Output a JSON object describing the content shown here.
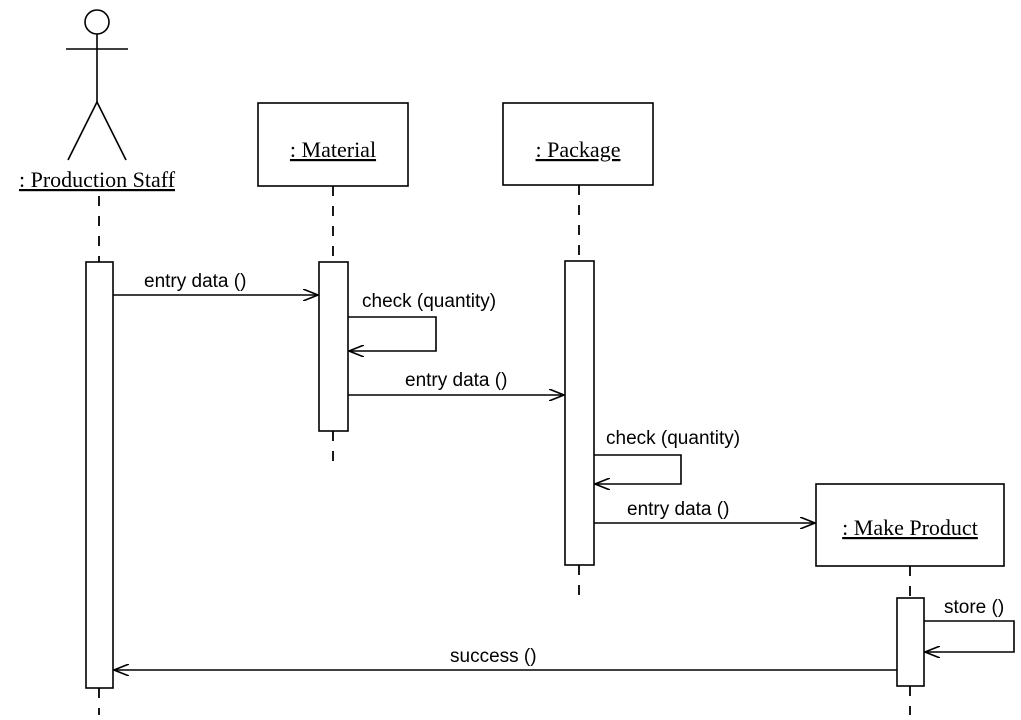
{
  "lifelines": {
    "production_staff": {
      "name": ": Production Staff",
      "kind": "actor"
    },
    "material": {
      "name": ": Material",
      "kind": "object"
    },
    "package": {
      "name": ": Package",
      "kind": "object"
    },
    "make_product": {
      "name": ": Make Product",
      "kind": "object"
    }
  },
  "messages": [
    {
      "from": "production_staff",
      "to": "material",
      "label": "entry data ()",
      "type": "call"
    },
    {
      "from": "material",
      "to": "material",
      "label": "check (quantity)",
      "type": "self"
    },
    {
      "from": "material",
      "to": "package",
      "label": "entry data ()",
      "type": "call"
    },
    {
      "from": "package",
      "to": "package",
      "label": "check (quantity)",
      "type": "self"
    },
    {
      "from": "package",
      "to": "make_product",
      "label": "entry data ()",
      "type": "call"
    },
    {
      "from": "make_product",
      "to": "make_product",
      "label": "store ()",
      "type": "self"
    },
    {
      "from": "make_product",
      "to": "production_staff",
      "label": "success ()",
      "type": "return"
    }
  ]
}
